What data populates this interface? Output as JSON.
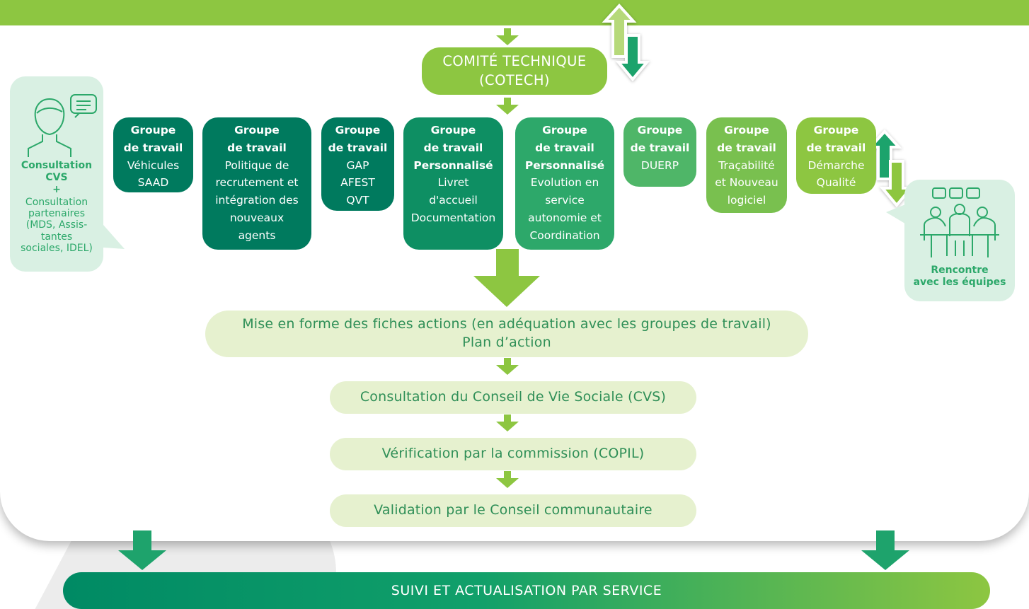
{
  "cotech": "COMITÉ TECHNIQUE\n(COTECH)",
  "groups": [
    {
      "title": "Groupe\nde travail",
      "body": "Véhicules\nSAAD"
    },
    {
      "title": "Groupe\nde travail",
      "body": "Politique de\nrecrutement et\nintégration des\nnouveaux\nagents"
    },
    {
      "title": "Groupe\nde travail",
      "body": "GAP\nAFEST\nQVT"
    },
    {
      "title": "Groupe\nde travail\nPersonnalisé",
      "body": "Livret\nd'accueil\nDocumentation"
    },
    {
      "title": "Groupe\nde travail\nPersonnalisé",
      "body": "Evolution en\nservice\nautonomie et\nCoordination"
    },
    {
      "title": "Groupe\nde travail",
      "body": "DUERP"
    },
    {
      "title": "Groupe\nde travail",
      "body": "Traçabilité\net Nouveau\nlogiciel"
    },
    {
      "title": "Groupe\nde travail",
      "body": "Démarche\nQualité"
    }
  ],
  "left_bubble": {
    "bold": "Consultation\nCVS\n+",
    "text": "Consultation\npartenaires\n(MDS, Assis-\ntantes\nsociales, IDEL)"
  },
  "right_bubble": {
    "bold": "Rencontre\navec les équipes"
  },
  "steps": [
    "Mise en forme des fiches actions (en adéquation avec les groupes de travail)\nPlan d’action",
    "Consultation du Conseil de Vie Sociale (CVS)",
    "Vérification par la commission (COPIL)",
    "Validation par le Conseil communautaire"
  ],
  "bottom_bar": "SUIVI ET ACTUALISATION PAR SERVICE",
  "colors": {
    "green_light": "#8dc641",
    "green_dark": "#007a5e",
    "green_mid": "#1ea36c",
    "pale": "#e6f1cf",
    "bubble": "#d9f0e3"
  }
}
